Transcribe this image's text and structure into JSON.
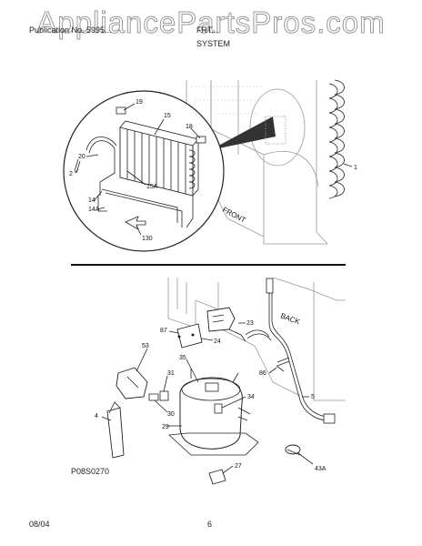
{
  "watermark": "AppliancePartsPros.com",
  "header": {
    "left_text": "Publication No. 5995...",
    "right_text": "FRT...",
    "section_title": "SYSTEM"
  },
  "upper_callouts": {
    "c19a": "19",
    "c15": "15",
    "c18": "18",
    "c20": "20",
    "c2": "2",
    "c15A": "15A",
    "c14": "14",
    "c14A": "14A",
    "c130": "130",
    "c1": "1",
    "front_label": "FRONT"
  },
  "lower_callouts": {
    "c87": "87",
    "c23": "23",
    "c24": "24",
    "c53": "53",
    "c35": "35",
    "c31": "31",
    "c86": "86",
    "c34": "34",
    "c30": "30",
    "c5": "5",
    "c4": "4",
    "c29": "29",
    "c27": "27",
    "c43A": "43A",
    "back_label": "BACK"
  },
  "figure_code": "P08S0270",
  "footer": {
    "date": "08/04",
    "page": "6"
  }
}
